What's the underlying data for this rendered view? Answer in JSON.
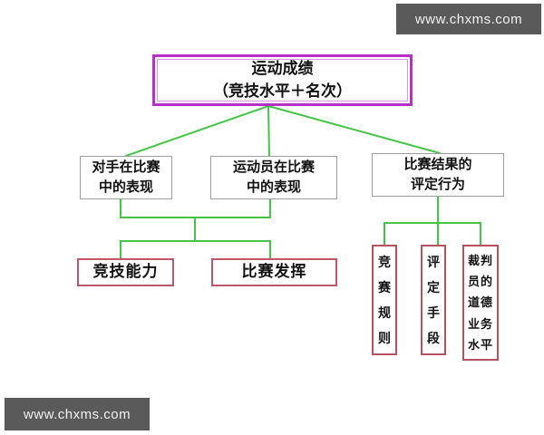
{
  "watermark": {
    "top_right": "www.chxms.com",
    "bottom_left": "www.chxms.com"
  },
  "colors": {
    "connector_green": "#44c544",
    "root_border_magenta": "#b62fc6",
    "branch_border_gray": "#9e9e9e",
    "leaf_border_rose": "#c0566a",
    "watermark_bg": "#5a5a5a",
    "watermark_text": "#f2f2f2"
  },
  "diagram": {
    "root": {
      "label": "运动成绩\n（竞技水平＋名次）"
    },
    "branches": [
      {
        "label": "对手在比赛\n中的表现"
      },
      {
        "label": "运动员在比赛\n中的表现"
      },
      {
        "label": "比赛结果的\n评定行为"
      }
    ],
    "leaves_left": [
      {
        "label": "竞技能力"
      },
      {
        "label": "比赛发挥"
      }
    ],
    "leaves_right": [
      {
        "label": "竞\n赛\n规\n则"
      },
      {
        "label": "评\n定\n手\n段"
      },
      {
        "label": "裁判\n员的\n道德\n业务\n水平"
      }
    ]
  }
}
